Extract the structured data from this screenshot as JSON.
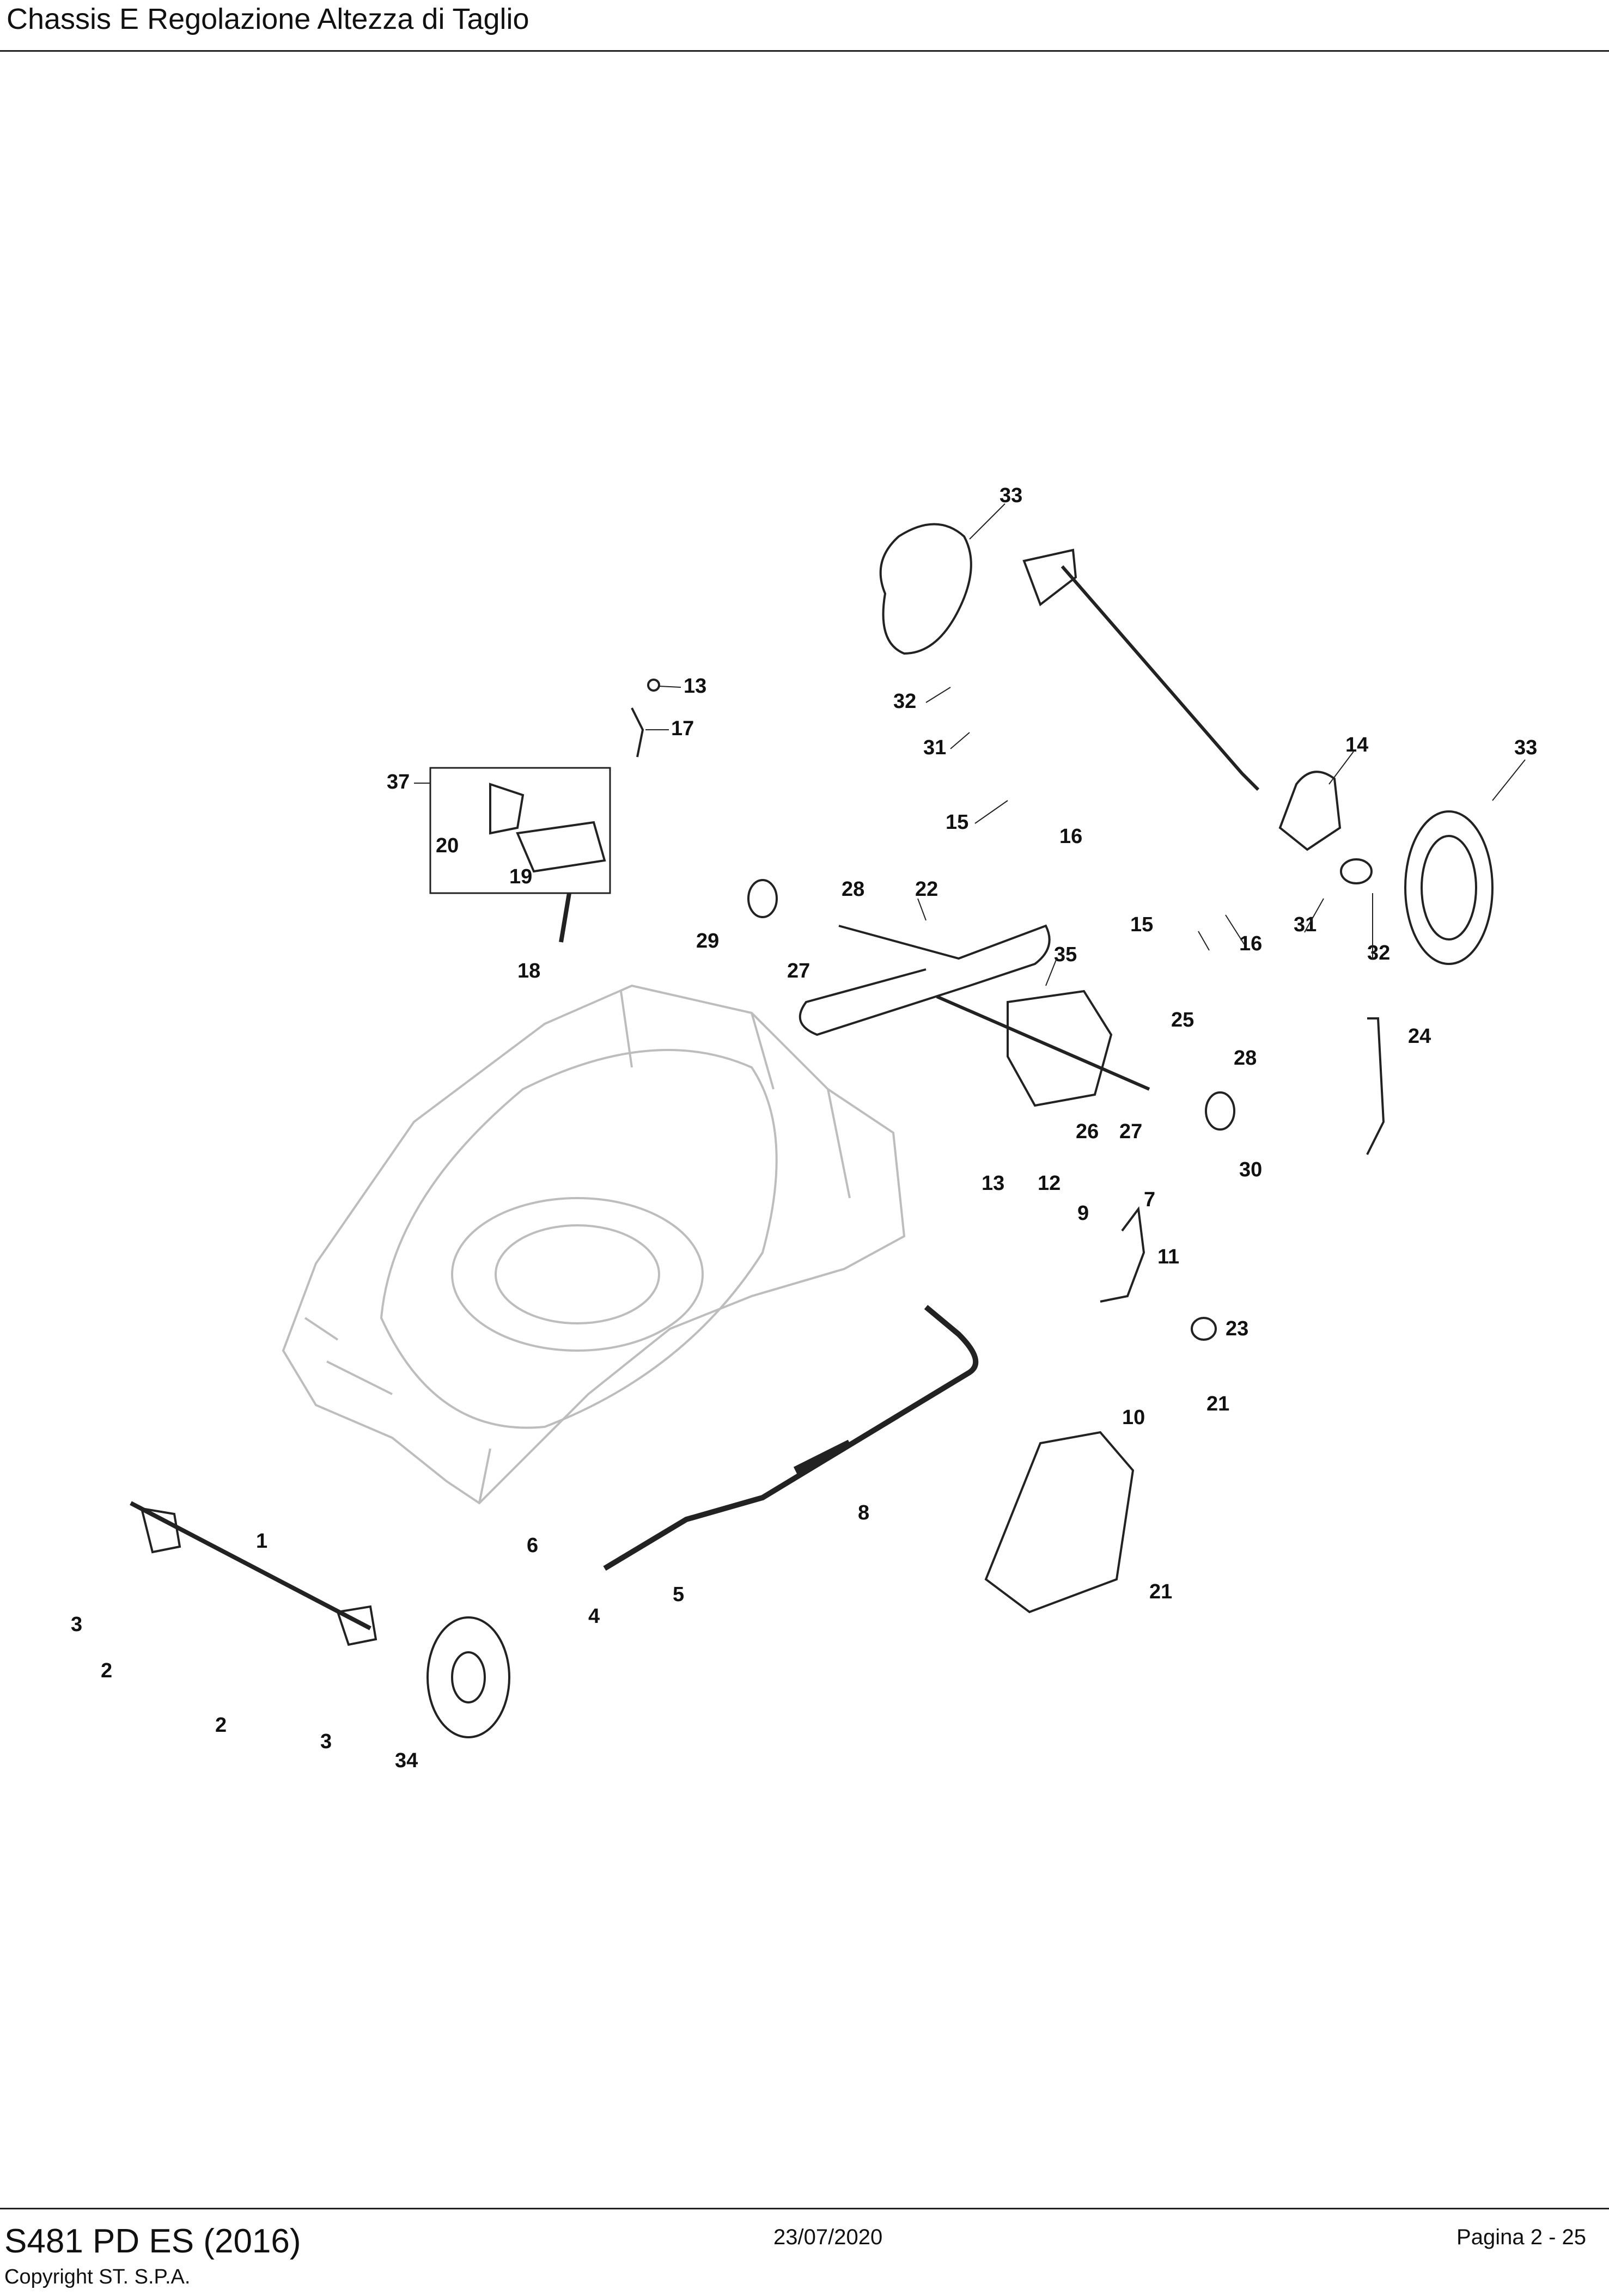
{
  "header": {
    "title": "Chassis E Regolazione Altezza di Taglio"
  },
  "footer": {
    "model": "S481 PD ES (2016)",
    "copyright": "Copyright ST. S.P.A.",
    "date": "23/07/2020",
    "page": "Pagina 2 - 25"
  },
  "callouts": [
    "1",
    "2",
    "2",
    "3",
    "3",
    "4",
    "5",
    "6",
    "7",
    "8",
    "9",
    "10",
    "11",
    "12",
    "13",
    "13",
    "14",
    "15",
    "15",
    "16",
    "16",
    "17",
    "18",
    "19",
    "20",
    "21",
    "21",
    "22",
    "23",
    "24",
    "25",
    "26",
    "27",
    "27",
    "28",
    "28",
    "29",
    "30",
    "31",
    "31",
    "32",
    "32",
    "33",
    "33",
    "34",
    "35",
    "37"
  ]
}
